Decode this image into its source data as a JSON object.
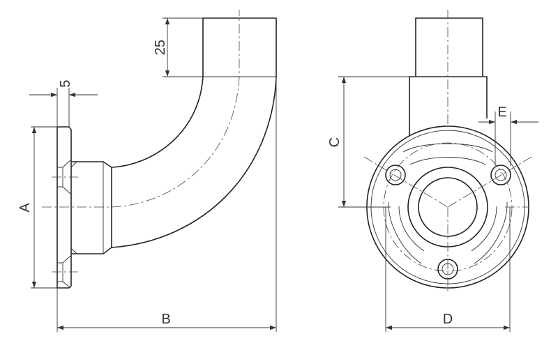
{
  "drawing": {
    "dimension_labels": {
      "a": "A",
      "b": "B",
      "c": "C",
      "d": "D",
      "e": "E",
      "five": "5",
      "twenty_five": "25"
    },
    "stroke_color": "#222222",
    "background_color": "#ffffff"
  }
}
